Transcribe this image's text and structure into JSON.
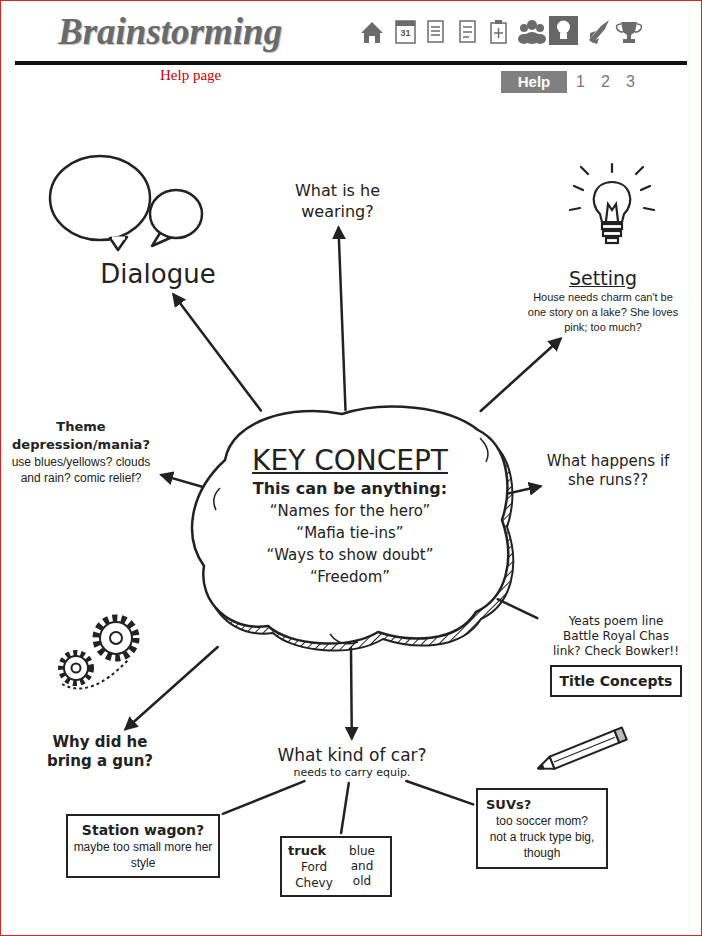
{
  "diagram": {
    "title": "Brainstorming",
    "nodes": [
      {
        "text": [
          "Dialogue"
        ]
      },
      {
        "text": [
          "What is he wearing?"
        ]
      },
      {
        "text": [
          "Setting",
          "House needs charm can't be one story on a lake? She loves pink; too much?"
        ]
      },
      {
        "text": [
          "Theme depression/mania?",
          "use blues/yellows? clouds and rain? comic relief?"
        ]
      },
      {
        "text": [
          "KEY CONCEPT",
          "This can be anything:",
          "“Names for the hero”",
          "“Mafia tie-ins”",
          "“Ways to show doubt”",
          "“Freedom”"
        ]
      },
      {
        "text": [
          "What happens if she runs??"
        ]
      },
      {
        "text": [
          "Yeats poem line Battle Royal Chas link? Check Bowker!!",
          "Title Concepts"
        ]
      },
      {
        "text": [
          "Why did he bring a gun?"
        ]
      },
      {
        "text": [
          "What kind of car?",
          "needs to carry equip."
        ]
      },
      {
        "text": [
          "Station wagon?",
          "maybe too small more her style"
        ]
      },
      {
        "text": [
          "truck",
          "Ford Chevy",
          "blue and old"
        ]
      },
      {
        "text": [
          "SUVs?",
          "too soccer mom? not a truck type big, though"
        ]
      }
    ],
    "edges": [
      {
        "from": 4,
        "to": 0,
        "arrow": "to"
      },
      {
        "from": 4,
        "to": 1,
        "arrow": "to"
      },
      {
        "from": 4,
        "to": 2,
        "arrow": "to"
      },
      {
        "from": 4,
        "to": 3,
        "arrow": "to"
      },
      {
        "from": 4,
        "to": 5,
        "arrow": "to"
      },
      {
        "from": 4,
        "to": 6,
        "arrow": "none"
      },
      {
        "from": 4,
        "to": 7,
        "arrow": "to"
      },
      {
        "from": 4,
        "to": 8,
        "arrow": "to"
      },
      {
        "from": 8,
        "to": 9,
        "arrow": "none"
      },
      {
        "from": 8,
        "to": 10,
        "arrow": "none"
      },
      {
        "from": 8,
        "to": 11,
        "arrow": "none"
      }
    ],
    "labels": [
      "31",
      "Help page",
      "Help",
      "1",
      "2",
      "3"
    ]
  }
}
